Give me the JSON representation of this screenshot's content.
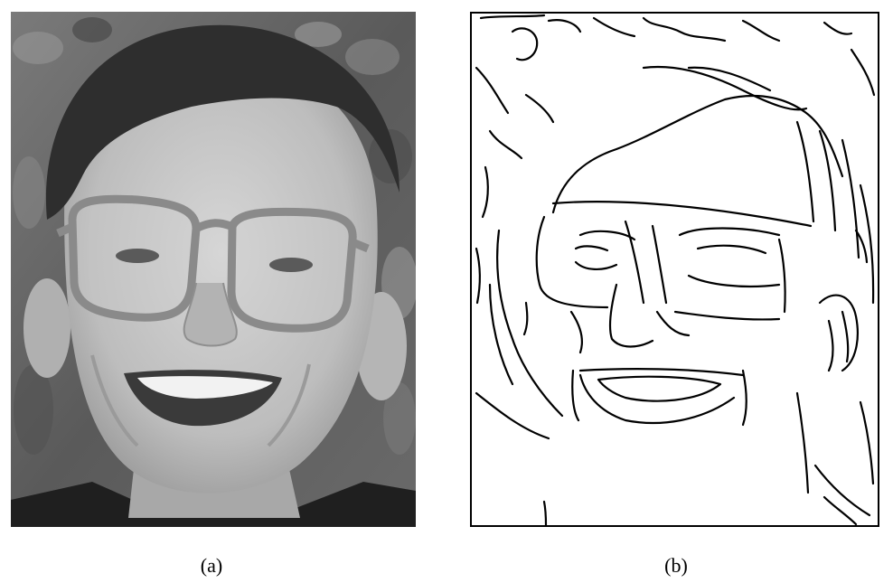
{
  "figure": {
    "panel_a": {
      "caption": "(a)",
      "content": "photo",
      "colors": {
        "background_foliage": "#5f5f5f",
        "hair": "#2e2e2e",
        "skin": "#c9c9c9",
        "skin_shadow": "#a9a9a9",
        "glasses_frame": "#8a8a8a",
        "teeth": "#f2f2f2",
        "shirt": "#1f1f1f"
      }
    },
    "panel_b": {
      "caption": "(b)",
      "content": "edge-map",
      "colors": {
        "background": "#ffffff",
        "edges": "#000000",
        "border": "#000000"
      }
    }
  }
}
